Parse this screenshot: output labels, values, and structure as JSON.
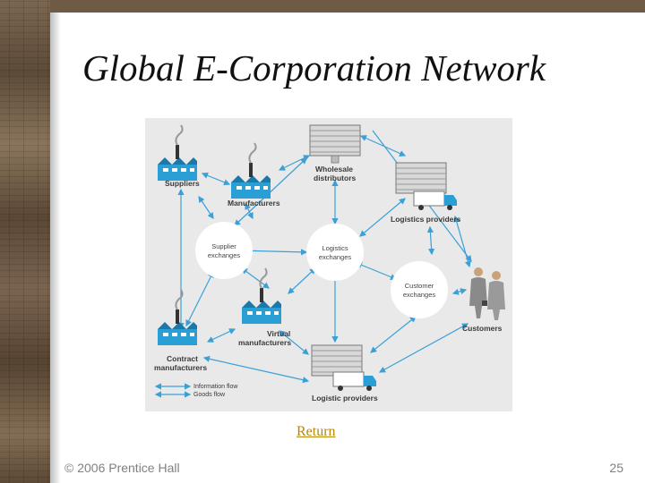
{
  "slide": {
    "title": "Global E-Corporation Network",
    "return_link": "Return",
    "footer": "© 2006 Prentice Hall",
    "page_number": "25"
  },
  "diagram": {
    "nodes": {
      "suppliers": "Suppliers",
      "manufacturers": "Manufacturers",
      "wholesale_line1": "Wholesale",
      "wholesale_line2": "distributors",
      "logistics_providers_top": "Logistics providers",
      "supplier_exch_line1": "Supplier",
      "supplier_exch_line2": "exchanges",
      "logistics_exch_line1": "Logistics",
      "logistics_exch_line2": "exchanges",
      "customer_exch_line1": "Customer",
      "customer_exch_line2": "exchanges",
      "customers": "Customers",
      "virtual_line1": "Virtual",
      "virtual_line2": "manufacturers",
      "contract_line1": "Contract",
      "contract_line2": "manufacturers",
      "logistic_providers_bottom": "Logistic providers"
    },
    "legend": {
      "information_flow": "Information flow",
      "goods_flow": "Goods flow"
    },
    "colors": {
      "factory": "#2a9fd6",
      "arrow": "#3aa0d6",
      "background": "#e9e9e9"
    }
  }
}
